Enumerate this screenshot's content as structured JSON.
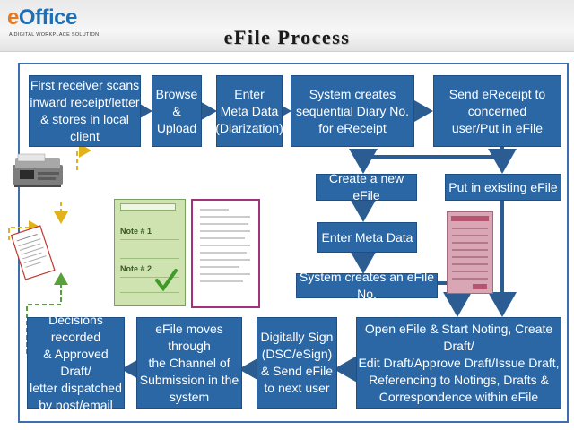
{
  "header": {
    "logo_text": "Office",
    "logo_letter": "e",
    "logo_tagline": "A DIGITAL WORKPLACE SOLUTION",
    "title": "eFile Process"
  },
  "steps": {
    "scan": "First receiver scans\ninward receipt/letter\n& stores in local client",
    "browse": "Browse\n&\nUpload",
    "metadata": "Enter\nMeta Data\n(Diarization)",
    "diary": "System creates\nsequential Diary No.\nfor eReceipt",
    "send": "Send eReceipt to\nconcerned\nuser/Put in eFile",
    "create_efile": "Create a new eFile",
    "existing_efile": "Put in existing eFile",
    "enter_meta": "Enter Meta Data",
    "efile_no": "System creates an eFile No.",
    "noting": "Open eFile & Start Noting, Create Draft/\nEdit Draft/Approve Draft/Issue Draft,\nReferencing to Notings, Drafts &\nCorrespondence within eFile",
    "sign": "Digitally Sign\n(DSC/eSign)\n& Send eFile\nto next user",
    "channel": "eFile moves through\nthe Channel of\nSubmission in the\nsystem",
    "decision": "Decisions recorded\n& Approved Draft/\nletter dispatched\nby post/email"
  },
  "note_panel": {
    "note1": "Note # 1",
    "note2": "Note # 2"
  },
  "colors": {
    "box_fill": "#2b67a4",
    "frame": "#3d6fae",
    "side_arrow_yellow": "#e0b21c",
    "side_arrow_green": "#5aa03a",
    "note_green": "#cfe3b0"
  }
}
